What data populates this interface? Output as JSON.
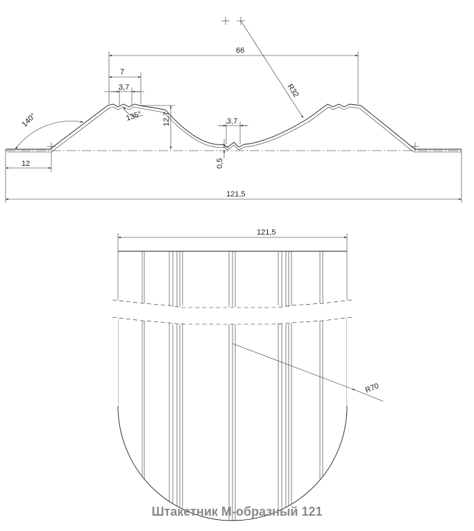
{
  "profile_dims": {
    "width_66": "66",
    "width_7": "7",
    "width_3_7_top": "3,7",
    "width_3_7_bottom": "3,7",
    "radius_32": "R32",
    "angle_140": "140°",
    "angle_135": "135°",
    "height_12_7": "12,7",
    "offset_0_5": "0,5",
    "edge_12": "12",
    "overall_121_5": "121,5"
  },
  "front_view": {
    "width_121_5": "121,5",
    "radius_70": "R70"
  },
  "caption": "Штакетник М-образный 121"
}
